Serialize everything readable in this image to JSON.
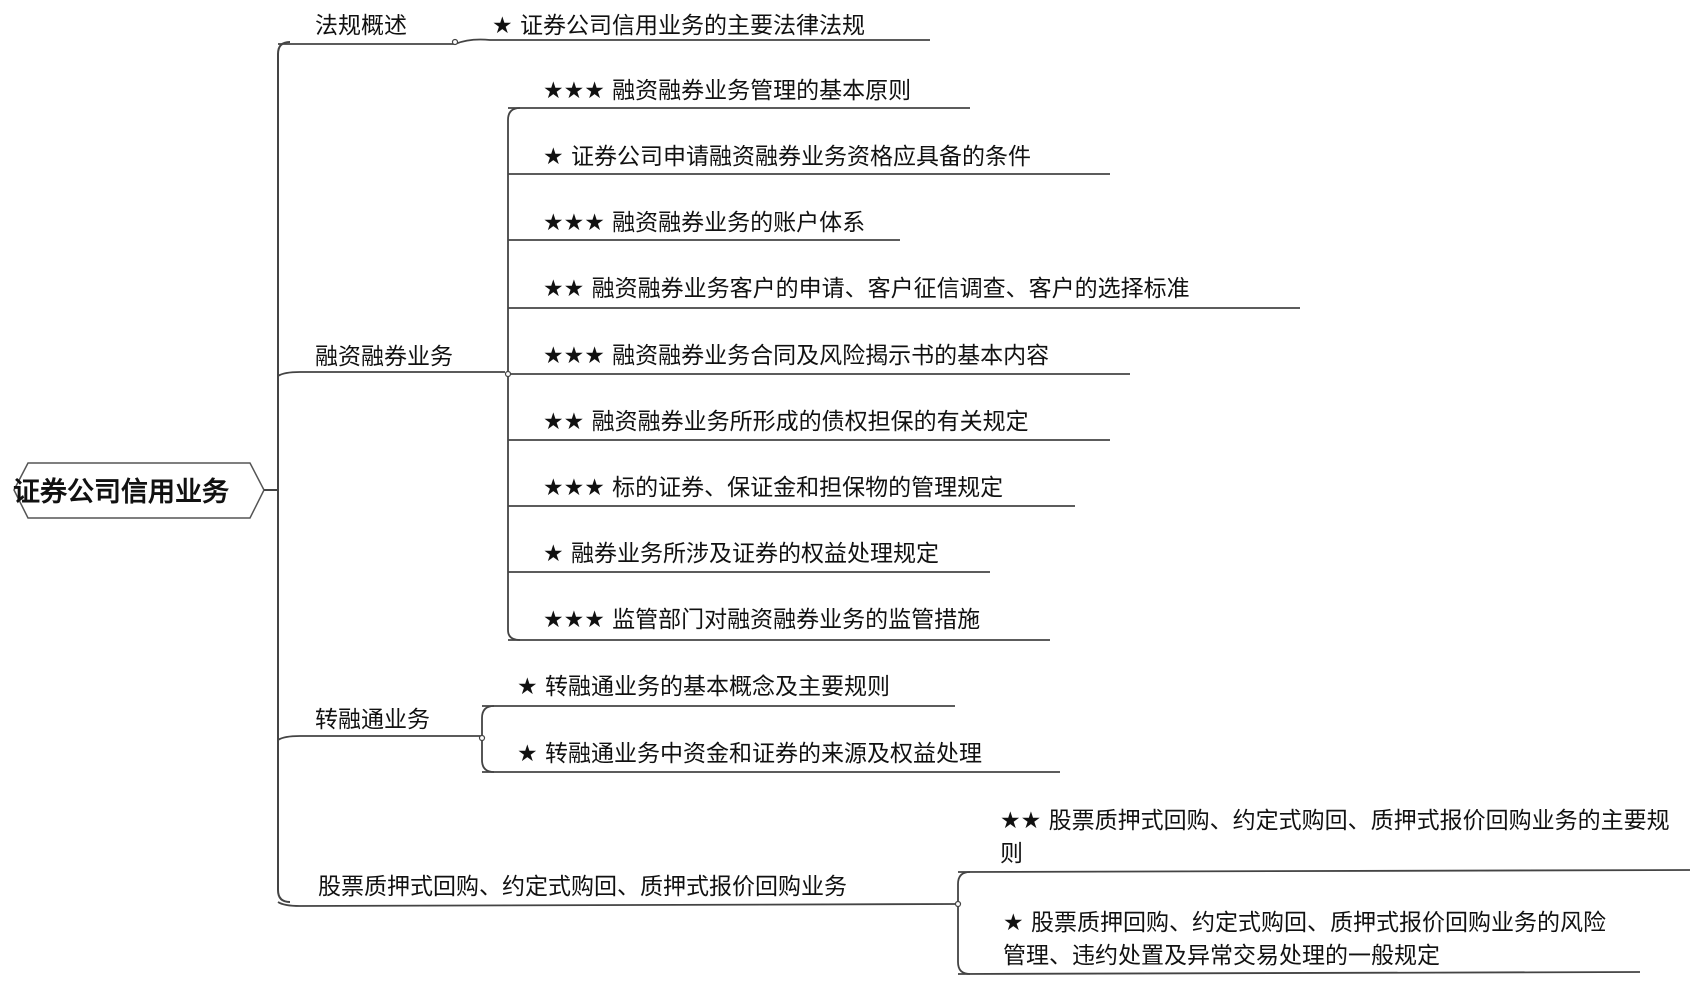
{
  "root": {
    "label": "证券公司信用业务"
  },
  "branches": [
    {
      "label": "法规概述",
      "children": [
        {
          "stars": "★",
          "text": "证券公司信用业务的主要法律法规"
        }
      ]
    },
    {
      "label": "融资融券业务",
      "children": [
        {
          "stars": "★★★",
          "text": "融资融券业务管理的基本原则"
        },
        {
          "stars": "★",
          "text": "证券公司申请融资融券业务资格应具备的条件"
        },
        {
          "stars": "★★★",
          "text": "融资融券业务的账户体系"
        },
        {
          "stars": "★★",
          "text": "融资融券业务客户的申请、客户征信调查、客户的选择标准"
        },
        {
          "stars": "★★★",
          "text": "融资融券业务合同及风险揭示书的基本内容"
        },
        {
          "stars": "★★",
          "text": "融资融券业务所形成的债权担保的有关规定"
        },
        {
          "stars": "★★★",
          "text": "标的证券、保证金和担保物的管理规定"
        },
        {
          "stars": "★",
          "text": "融券业务所涉及证券的权益处理规定"
        },
        {
          "stars": "★★★",
          "text": "监管部门对融资融券业务的监管措施"
        }
      ]
    },
    {
      "label": "转融通业务",
      "children": [
        {
          "stars": "★",
          "text": "转融通业务的基本概念及主要规则"
        },
        {
          "stars": "★",
          "text": "转融通业务中资金和证券的来源及权益处理"
        }
      ]
    },
    {
      "label": "股票质押式回购、约定式购回、质押式报价回购业务",
      "children": [
        {
          "stars": "★★",
          "text": "股票质押式回购、约定式购回、质押式报价回购业务的主要规则"
        },
        {
          "stars": "★",
          "text": "股票质押回购、约定式购回、质押式报价回购业务的风险管理、违约处置及异常交易处理的一般规定"
        }
      ]
    }
  ]
}
